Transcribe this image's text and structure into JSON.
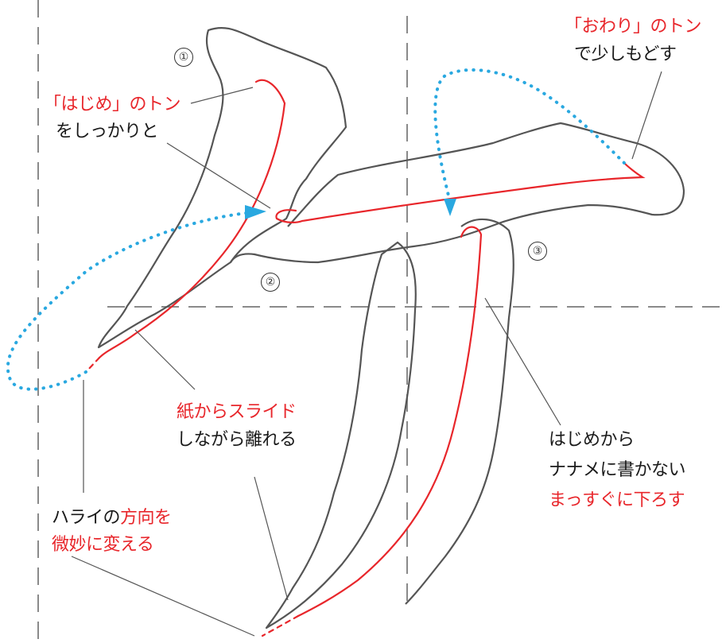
{
  "strokes": [
    {
      "number": "①"
    },
    {
      "number": "②"
    },
    {
      "number": "③"
    }
  ],
  "annotations": {
    "start_ton": {
      "highlight": "「はじめ」のトン",
      "text": "をしっかりと"
    },
    "end_ton": {
      "highlight": "「おわり」のトン",
      "text": "で少しもどす"
    },
    "slide": {
      "highlight": "紙からスライド",
      "text": "しながら離れる"
    },
    "harai": {
      "text_a": "ハライの",
      "highlight_a": "方向を",
      "highlight_b": "微妙に変える"
    },
    "vertical": {
      "text_a": "はじめから",
      "text_b": "ナナメに書かない",
      "highlight": "まっすぐに下ろす"
    }
  },
  "colors": {
    "accent_red": "#e8262b",
    "guide_blue": "#29a8e0",
    "outline_gray": "#555555",
    "guide_dash_gray": "#8a8a8a"
  }
}
